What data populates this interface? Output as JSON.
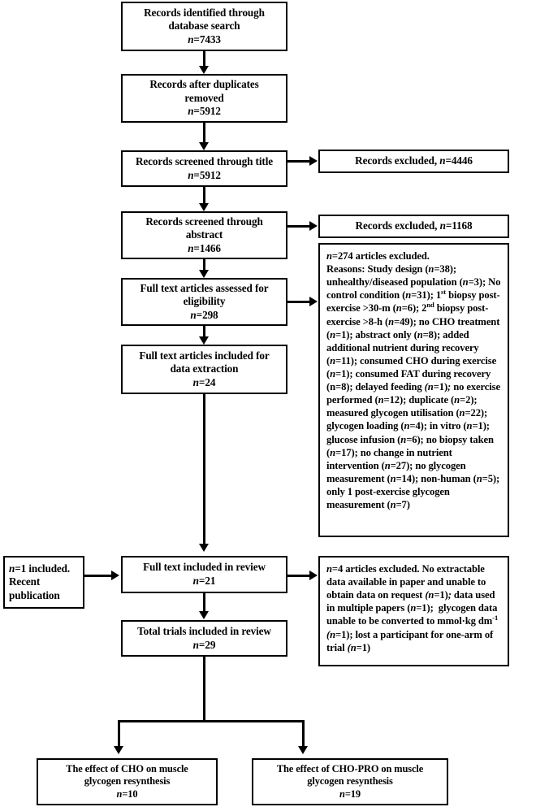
{
  "diagram": {
    "title": "PRISMA study selection flow diagram",
    "line_color": "#000000",
    "box_border_color": "#000000",
    "background": "#ffffff",
    "nodes": {
      "records_identified": {
        "line1": "Records identified through",
        "line2": "database search",
        "count_label": "n",
        "count": "=7433"
      },
      "records_after_duplicates": {
        "line1": "Records after duplicates",
        "line2": "removed",
        "count_label": "n",
        "count": "=5912"
      },
      "screened_title": {
        "line1": "Records screened through title",
        "count_label": "n",
        "count": "=5912"
      },
      "excluded_title": {
        "text": "Records excluded, ",
        "count_label": "n",
        "count": "=4446"
      },
      "screened_abstract": {
        "line1": "Records screened through",
        "line2": "abstract",
        "count_label": "n",
        "count": "=1466"
      },
      "excluded_abstract": {
        "text": "Records excluded, ",
        "count_label": "n",
        "count": "=1168"
      },
      "fulltext_assessed": {
        "line1": "Full text articles assessed for",
        "line2": "eligibility",
        "count_label": "n",
        "count": "=298"
      },
      "fulltext_included_extraction": {
        "line1": "Full text articles included for",
        "line2": "data extraction",
        "count_label": "n",
        "count": "=24"
      },
      "excluded_reasons": {
        "heading_n": "n",
        "heading": "=274 articles excluded.",
        "body": "Reasons: Study design (n=38); unhealthy/diseased population (n=3); No control condition (n=31); 1st biopsy post-exercise >30-m (n=6); 2nd biopsy post-exercise >8-h (n=49); no CHO treatment (n=1); abstract only (n=8); added additional nutrient during recovery (n=11); consumed CHO during exercise (n=1); consumed FAT during recovery (n=8); delayed feeding (n=1); no exercise performed (n=12); duplicate (n=2); measured glycogen utilisation (n=22); glycogen loading (n=4); in vitro (n=1); glucose infusion (n=6); no biopsy taken (n=17); no change in nutrient intervention (n=27); no glycogen measurement (n=14); non-human (n=5); only 1 post-exercise glycogen measurement (n=7)"
      },
      "recent_publication": {
        "line1_n": "n",
        "line1": "=1 included.",
        "line2": "Recent",
        "line3": "publication"
      },
      "fulltext_in_review": {
        "line1": "Full text included in review",
        "count_label": "n",
        "count": "=21"
      },
      "excluded_no_data": {
        "heading_n": "n",
        "heading": "=4 articles excluded. No extractable",
        "body": "data available in paper and unable to obtain data on request (n=1); data used in multiple papers (n=1);  glycogen data unable to be converted to mmol·kg dm-1 (n=1); lost a participant for one-arm of trial (n=1)"
      },
      "total_trials": {
        "line1": "Total trials included in review",
        "count_label": "n",
        "count": "=29"
      },
      "outcome_cho": {
        "line1": "The effect of CHO on muscle",
        "line2": "glycogen resynthesis",
        "count_label": "n",
        "count": "=10"
      },
      "outcome_cho_pro": {
        "line1": "The effect of CHO-PRO on muscle",
        "line2": "glycogen resynthesis",
        "count_label": "n",
        "count": "=19"
      }
    }
  }
}
